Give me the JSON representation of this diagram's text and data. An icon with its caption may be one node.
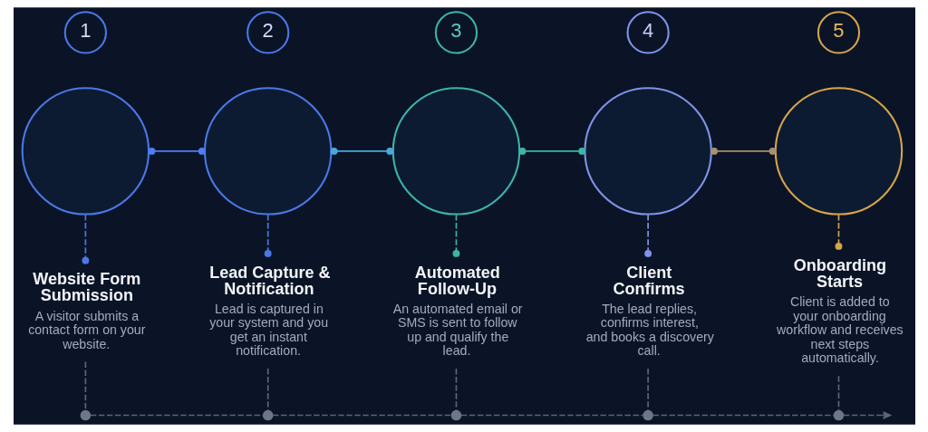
{
  "diagram": {
    "nodes": [
      {
        "text": [
          "1"
        ]
      },
      {
        "text": [],
        "shape": "circle"
      },
      {
        "text": [
          "Website Form Submission",
          "A visitor submits a contact form on your website."
        ]
      },
      {
        "text": [],
        "shape": "circle"
      },
      {
        "text": [
          "2"
        ]
      },
      {
        "text": [],
        "shape": "circle"
      },
      {
        "text": [
          "Lead Capture & Notification",
          "Lead is captured in your system and you get an instant notification."
        ]
      },
      {
        "text": [],
        "shape": "circle"
      },
      {
        "text": [
          "3"
        ]
      },
      {
        "text": [],
        "shape": "circle"
      },
      {
        "text": [
          "Automated Follow-Up",
          "An automated email or SMS is sent to follow up and qualify the lead."
        ]
      },
      {
        "text": [],
        "shape": "circle"
      },
      {
        "text": [
          "4"
        ]
      },
      {
        "text": [],
        "shape": "circle"
      },
      {
        "text": [
          "Client Confirms",
          "The lead replies, confirms interest, and books a discovery call."
        ]
      },
      {
        "text": [],
        "shape": "circle"
      },
      {
        "text": [
          "5"
        ]
      },
      {
        "text": [],
        "shape": "circle"
      },
      {
        "text": [
          "Onboarding Starts",
          "Client is added to your onboarding workflow and receives next steps automatically."
        ]
      },
      {
        "text": [],
        "shape": "circle"
      }
    ],
    "edges": [
      {
        "from": 1,
        "to": 5,
        "arrow": "other",
        "color": "#4f7ef0"
      },
      {
        "from": 5,
        "to": 9,
        "arrow": "other",
        "color": "#4aa8d8"
      },
      {
        "from": 9,
        "to": 13,
        "arrow": "other",
        "color": "#3fb5a8"
      },
      {
        "from": 13,
        "to": 17,
        "arrow": "other",
        "color": "#a8916e"
      },
      {
        "from": 1,
        "to": 2,
        "arrow": "other",
        "style": "dashed",
        "color": "#4b78e6"
      },
      {
        "from": 5,
        "to": 6,
        "arrow": "other",
        "style": "dashed",
        "color": "#4b78e6"
      },
      {
        "from": 9,
        "to": 10,
        "arrow": "other",
        "style": "dashed",
        "color": "#3eb3a6"
      },
      {
        "from": 13,
        "to": 14,
        "arrow": "other",
        "style": "dashed",
        "color": "#8093e8"
      },
      {
        "from": 17,
        "to": 18,
        "arrow": "other",
        "style": "dashed",
        "color": "#d6a44a"
      },
      {
        "from": 2,
        "to": 3,
        "arrow": "none",
        "style": "dashed"
      },
      {
        "from": 6,
        "to": 7,
        "arrow": "none",
        "style": "dashed"
      },
      {
        "from": 10,
        "to": 11,
        "arrow": "none",
        "style": "dashed"
      },
      {
        "from": 14,
        "to": 15,
        "arrow": "none",
        "style": "dashed"
      },
      {
        "from": 18,
        "to": 19,
        "arrow": "none",
        "style": "dashed"
      },
      {
        "from": 3,
        "to": 7,
        "arrow": "none",
        "style": "dashed"
      },
      {
        "from": 7,
        "to": 11,
        "arrow": "none",
        "style": "dashed"
      },
      {
        "from": 11,
        "to": 15,
        "arrow": "none",
        "style": "dashed"
      },
      {
        "from": 15,
        "to": 19,
        "arrow": "none",
        "style": "dashed"
      },
      {
        "from": 19,
        "to": null,
        "arrow": "to",
        "style": "dashed"
      }
    ]
  }
}
